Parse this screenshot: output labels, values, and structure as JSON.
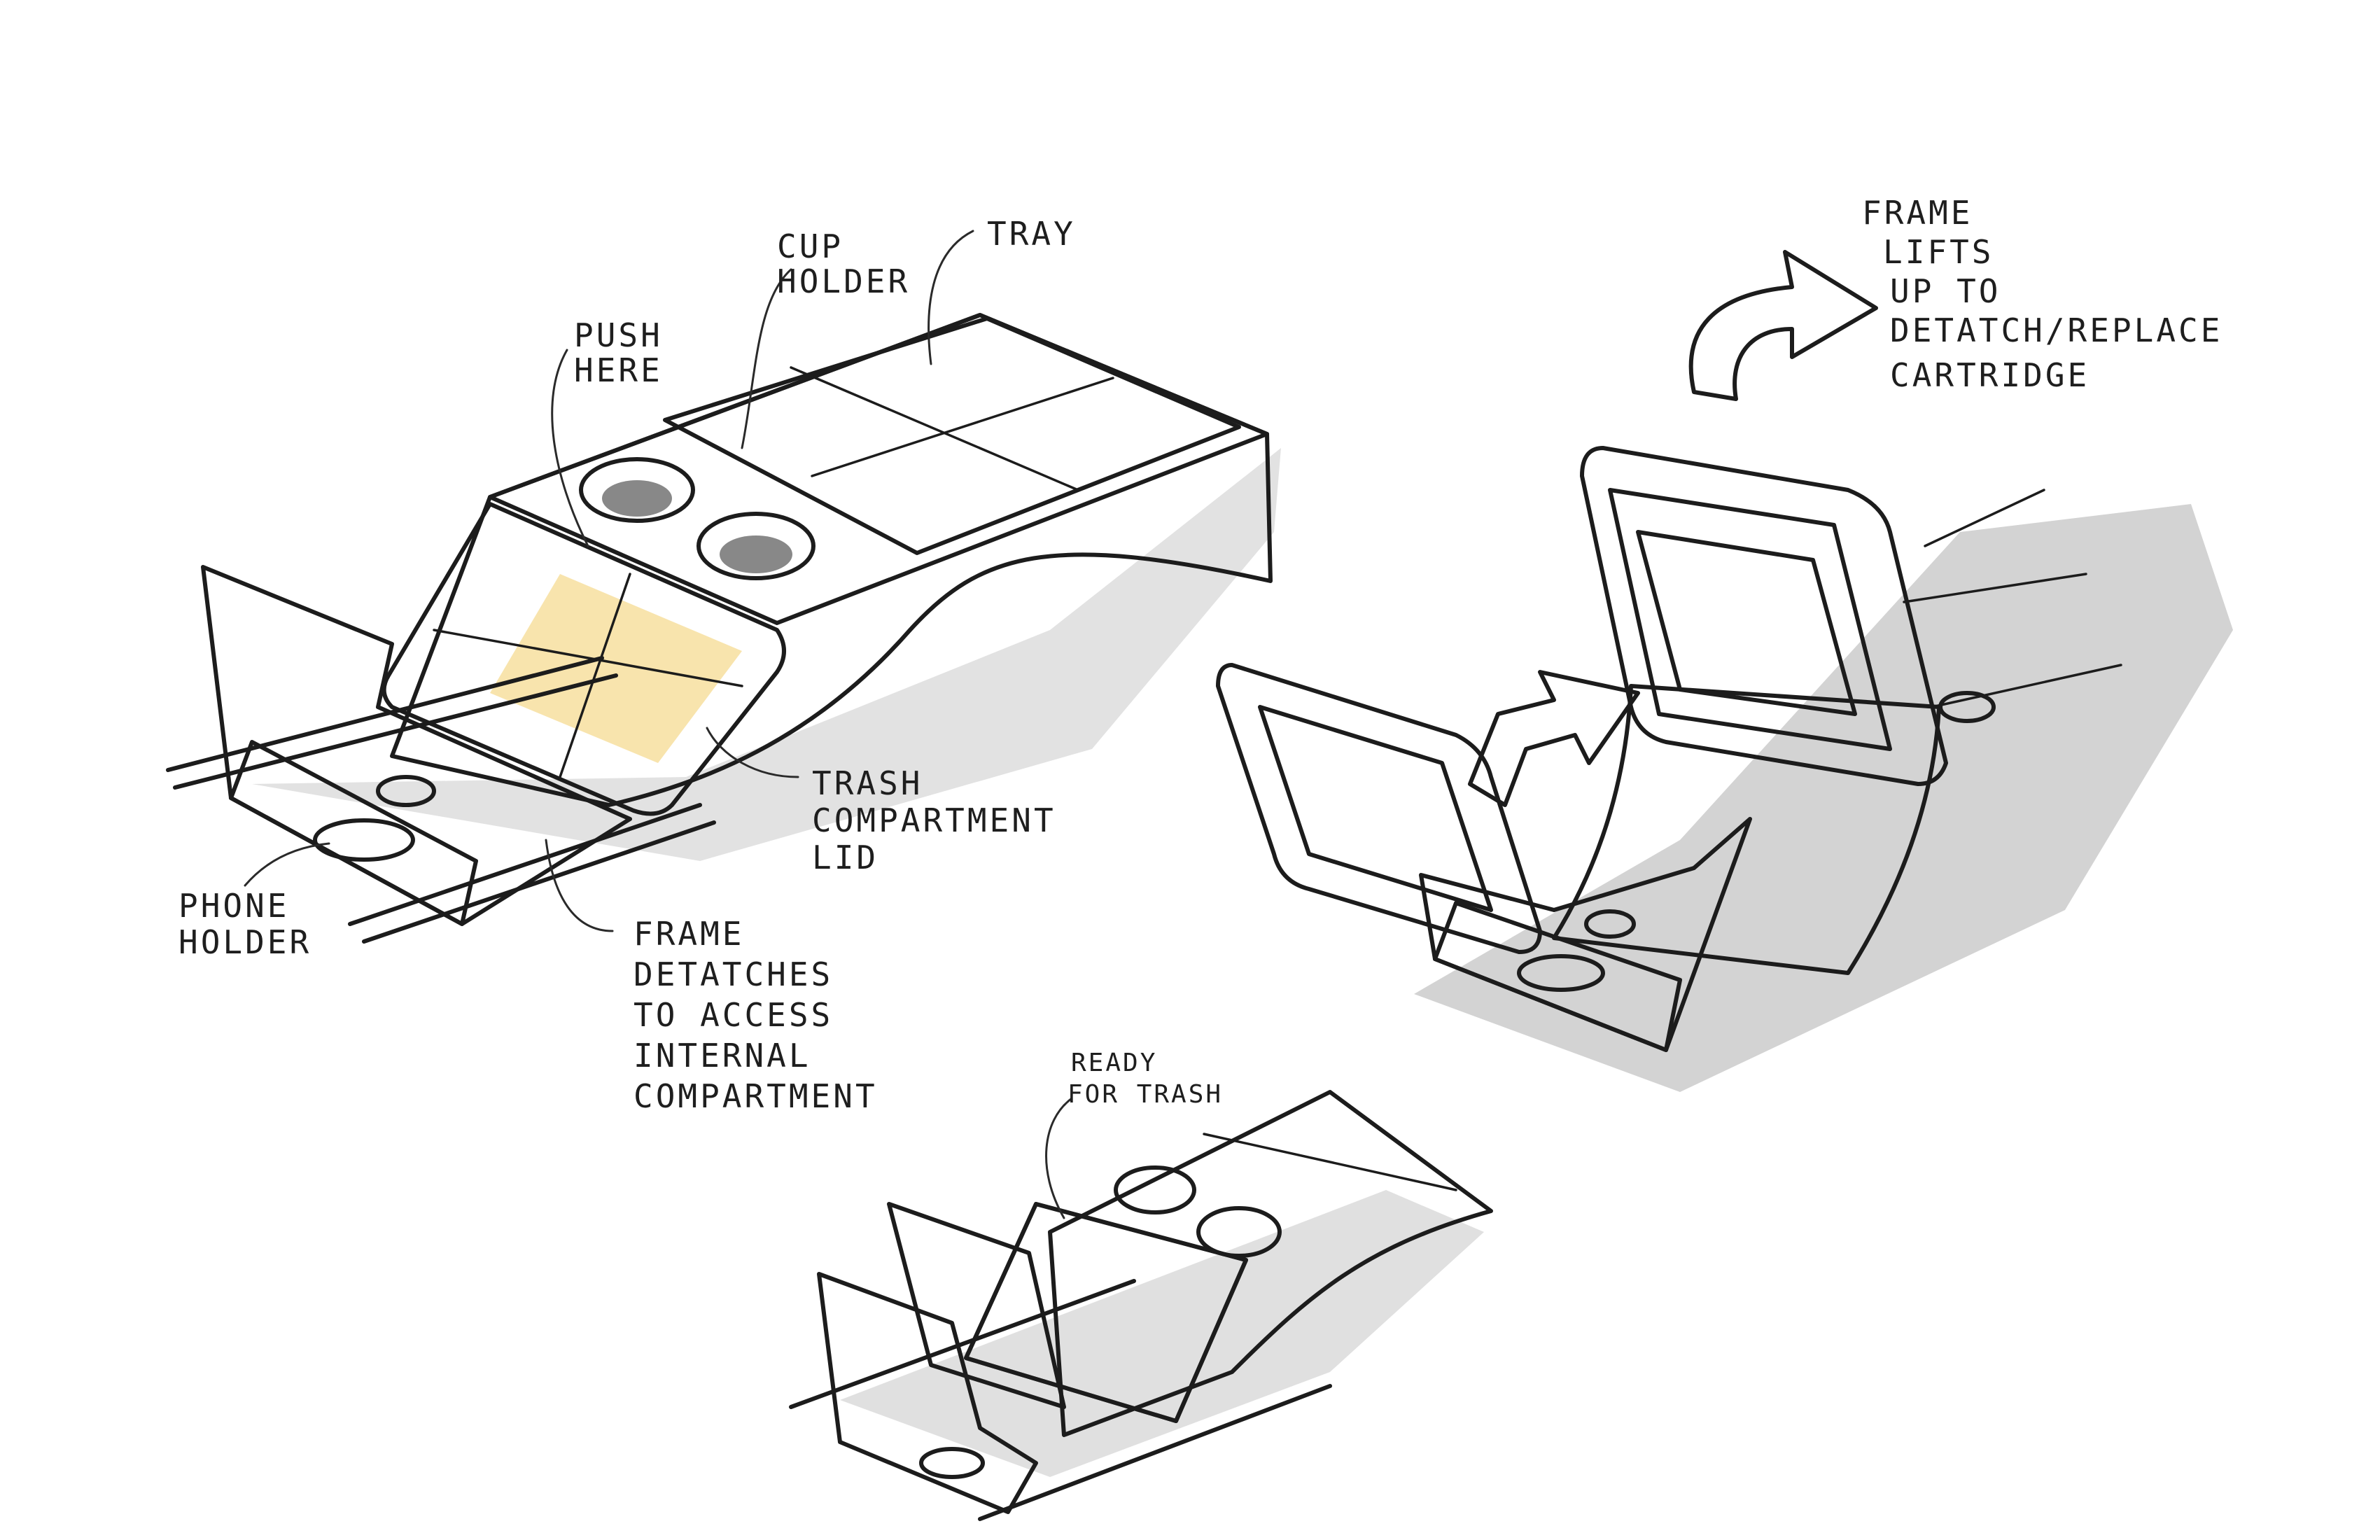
{
  "colors": {
    "marker_yellow": "#e9b42c",
    "marker_gold": "#d49a1c",
    "body_gray": "#d8d8d8",
    "shadow_gray": "#cfcfcf",
    "ink": "#1c1c1c",
    "frame_blue": "#2e8fd6",
    "cavity_black": "#1b1b1b"
  },
  "labels": {
    "cup_holder": [
      "CUP",
      "HOLDER"
    ],
    "tray": [
      "TRAY"
    ],
    "push_here": [
      "PUSH",
      "HERE"
    ],
    "trash_lid": [
      "TRASH",
      "COMPARTMENT",
      "LID"
    ],
    "phone_holder": [
      "PHONE",
      "HOLDER"
    ],
    "frame_detaches": [
      "FRAME",
      "DETATCHES",
      "TO ACCESS",
      "INTERNAL",
      "COMPARTMENT"
    ],
    "frame_lifts": [
      "FRAME",
      "LIFTS",
      "UP TO",
      "DETATCH/REPLACE",
      "CARTRIDGE"
    ],
    "ready_for_trash": [
      "READY",
      "FOR TRASH"
    ]
  },
  "icons": {
    "lift_arrow": "curved-up-arrow",
    "detach_arrow": "diagonal-arrow"
  }
}
